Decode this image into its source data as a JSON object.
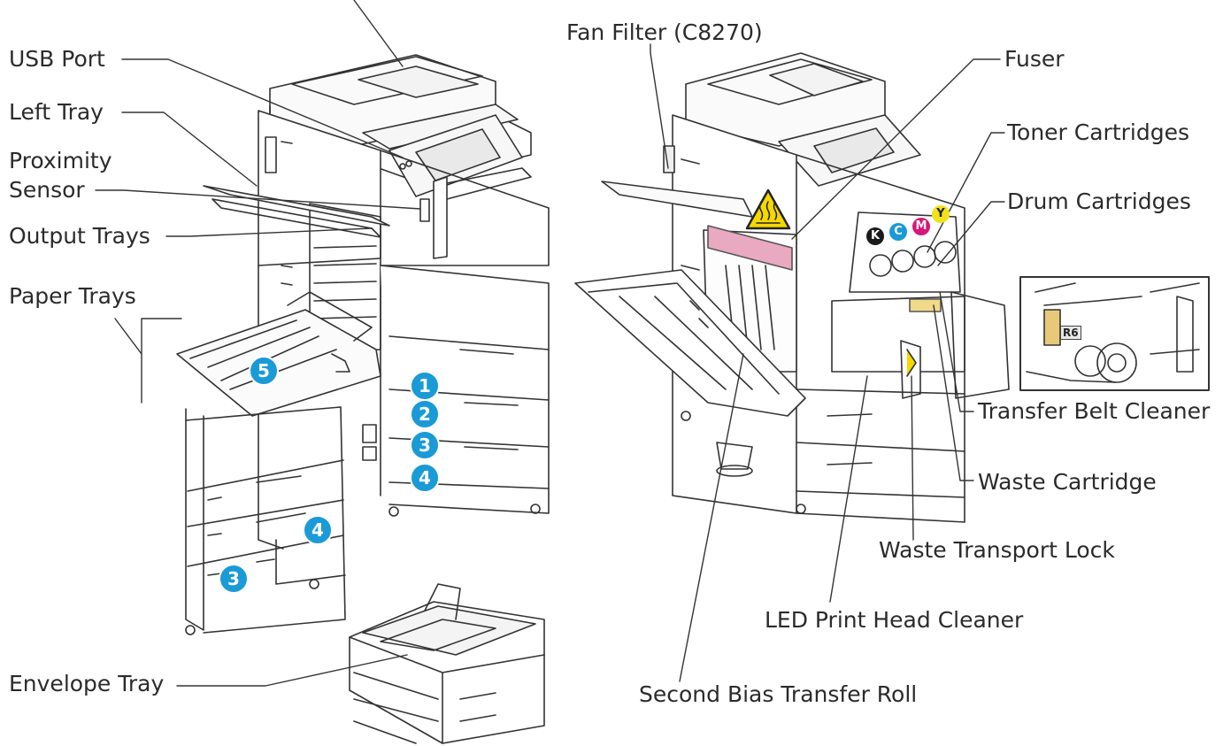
{
  "labels": {
    "usb_port": "USB Port",
    "left_tray": "Left Tray",
    "proximity_sensor_line1": "Proximity",
    "proximity_sensor_line2": "Sensor",
    "output_trays": "Output Trays",
    "paper_trays": "Paper Trays",
    "envelope_tray": "Envelope Tray",
    "fan_filter": "Fan Filter (C8270)",
    "fuser": "Fuser",
    "toner_cartridges": "Toner Cartridges",
    "drum_cartridges": "Drum Cartridges",
    "transfer_belt_cleaner": "Transfer Belt Cleaner",
    "waste_cartridge": "Waste Cartridge",
    "waste_transport_lock": "Waste Transport Lock",
    "led_print_head_cleaner": "LED Print Head Cleaner",
    "second_bias_transfer_roll": "Second Bias Transfer Roll"
  },
  "tray_badges": {
    "bypass": "5",
    "tray1": "1",
    "tray2": "2",
    "tray3": "3",
    "tray4": "4",
    "hc_tray4": "4",
    "hc_tray3": "3"
  },
  "toner_letters": {
    "black": "K",
    "cyan": "C",
    "magenta": "M",
    "yellow": "Y"
  },
  "inset_tag": "R6",
  "colors": {
    "badge_blue": "#1a9ad6",
    "toner_black": "#1a1a1a",
    "toner_cyan": "#1a9ad6",
    "toner_magenta": "#d6177a",
    "toner_yellow": "#f2e21a",
    "warning_yellow": "#f5d800",
    "fuser_pink": "#e9a9c1"
  },
  "icons": [
    "hot-surface-warning-icon"
  ]
}
